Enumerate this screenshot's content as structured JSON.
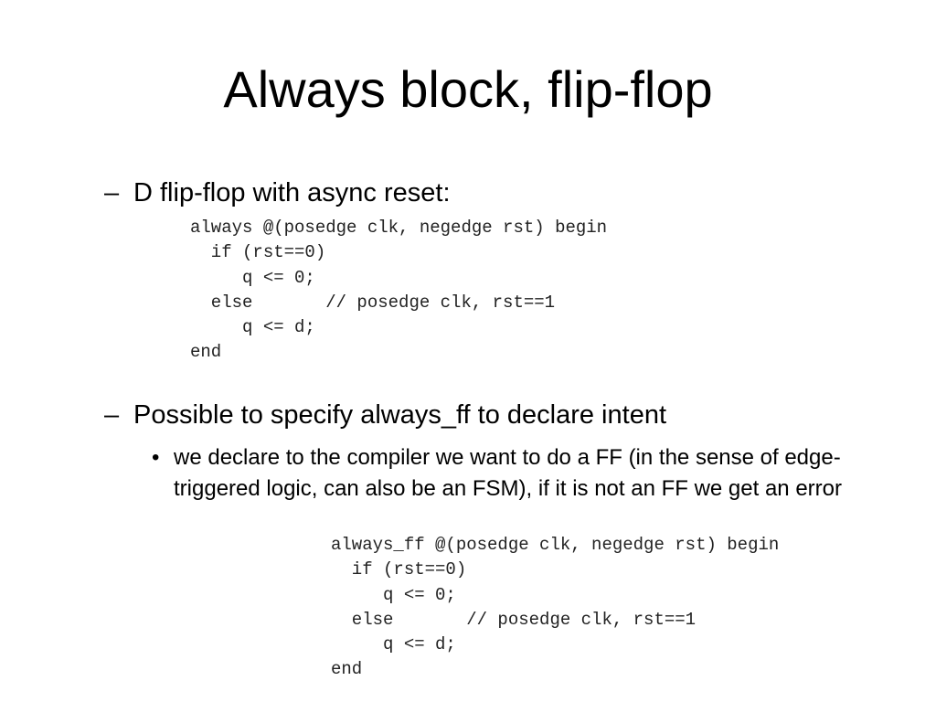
{
  "slide": {
    "title": "Always block, flip-flop",
    "bullet_marker": "–",
    "sub_bullet_marker": "•",
    "bullet1": "D flip-flop with async reset:",
    "code1": [
      "always @(posedge clk, negedge rst) begin",
      "  if (rst==0)",
      "     q <= 0;",
      "  else       // posedge clk, rst==1",
      "     q <= d;",
      "end"
    ],
    "bullet2": "Possible to specify always_ff to declare intent",
    "sub_bullet": "we declare to the compiler we want to do a FF (in the sense of edge-triggered logic, can also be an FSM), if it is not an FF we get an error",
    "code2": [
      "always_ff @(posedge clk, negedge rst) begin",
      "  if (rst==0)",
      "     q <= 0;",
      "  else       // posedge clk, rst==1",
      "     q <= d;",
      "end"
    ]
  }
}
